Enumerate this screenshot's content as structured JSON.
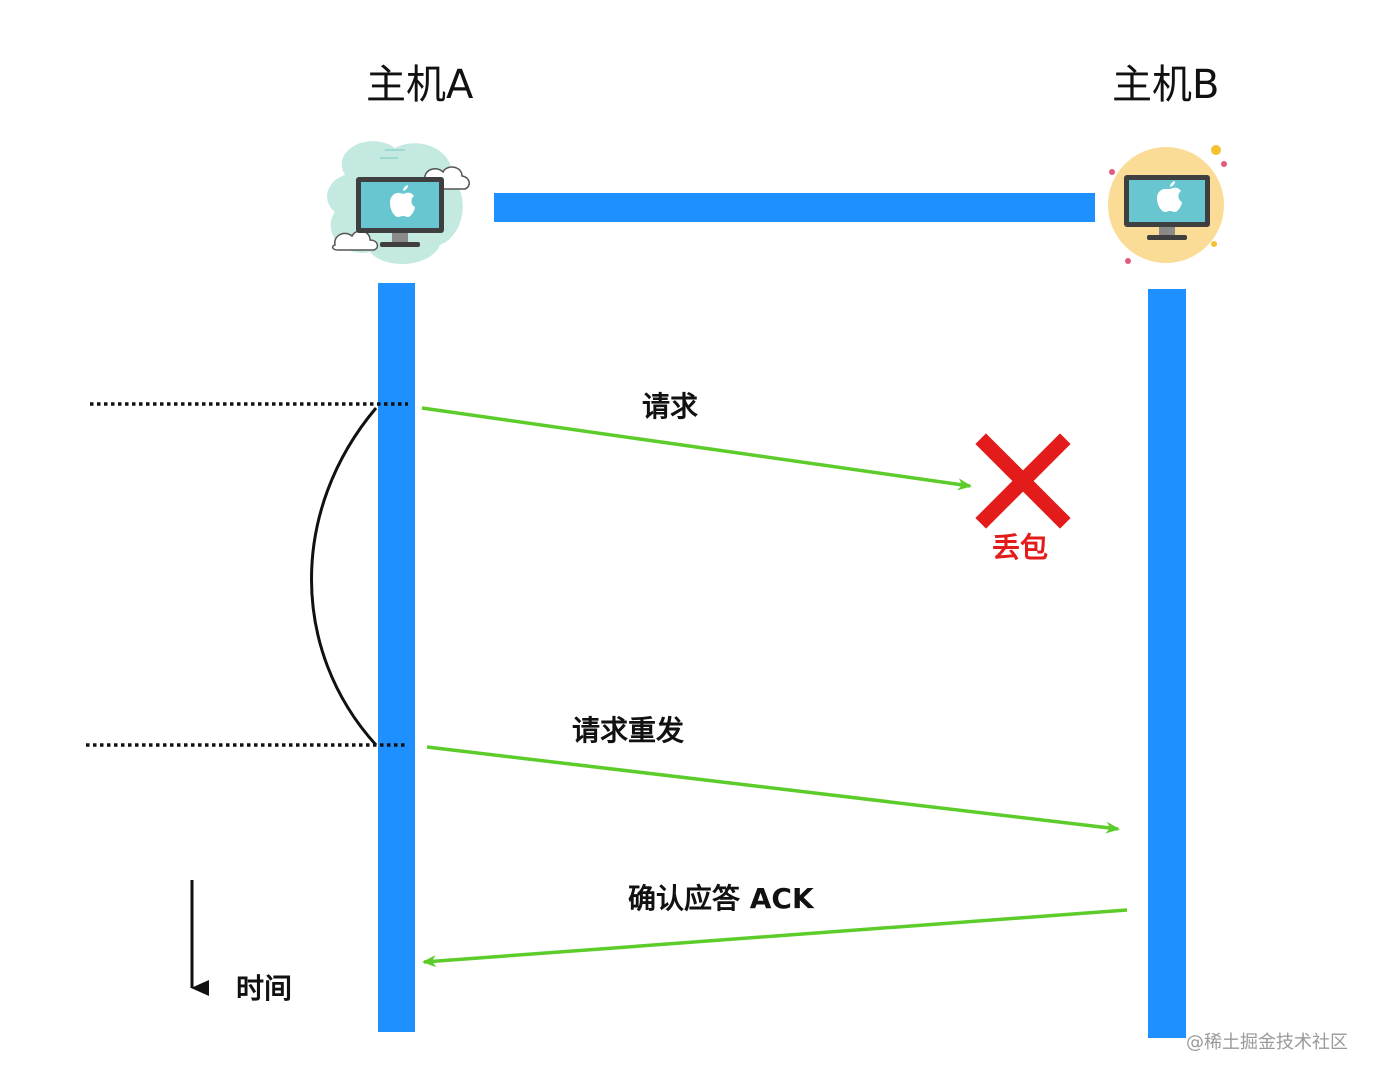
{
  "hosts": {
    "a": {
      "title": "主机A"
    },
    "b": {
      "title": "主机B"
    }
  },
  "messages": {
    "request": {
      "label": "请求"
    },
    "retransmit": {
      "label": "请求重发"
    },
    "ack": {
      "label": "确认应答 ACK"
    }
  },
  "loss": {
    "label": "丢包"
  },
  "time_axis": {
    "label": "时间"
  },
  "watermark": {
    "text": "@稀土掘金技术社区"
  },
  "colors": {
    "lifeline": "#1e90ff",
    "message_arrow": "#5ccc2a",
    "loss_mark": "#e31b1b",
    "host_a_bg": "#c3e9e1",
    "host_b_bg": "#fbdc96",
    "screen": "#67c6cf"
  },
  "icons": {
    "host_a": "desktop-computer-icon",
    "host_b": "desktop-computer-icon",
    "loss": "red-cross-icon",
    "time": "down-arrow-icon"
  }
}
